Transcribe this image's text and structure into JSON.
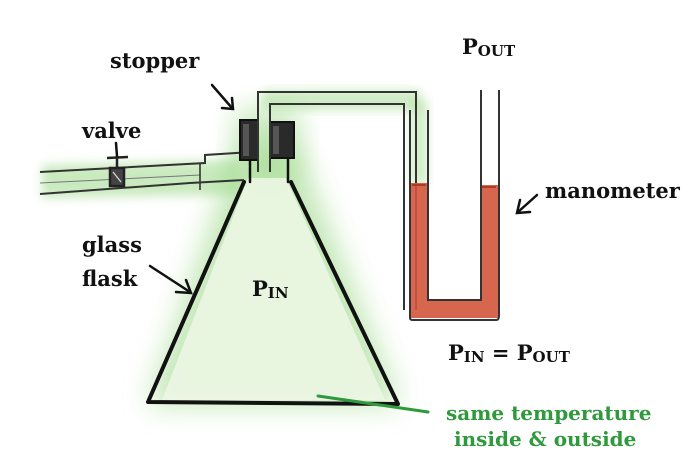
{
  "labels": {
    "stopper": "stopper",
    "valve": "valve",
    "flask_line1": "glass",
    "flask_line2": "flask",
    "manometer": "manometer",
    "p_out": {
      "main": "P",
      "sub": "OUT"
    },
    "p_in": {
      "main": "P",
      "sub": "IN"
    },
    "equation": {
      "left_main": "P",
      "left_sub": "IN",
      "op": " = ",
      "right_main": "P",
      "right_sub": "OUT"
    },
    "temperature_line1": "same temperature",
    "temperature_line2": "inside & outside"
  },
  "colors": {
    "glow": "#9ed98a",
    "outline": "#111111",
    "fluid": "#d2553a",
    "annotation": "#2f9a3c",
    "stopper": "#222222"
  }
}
